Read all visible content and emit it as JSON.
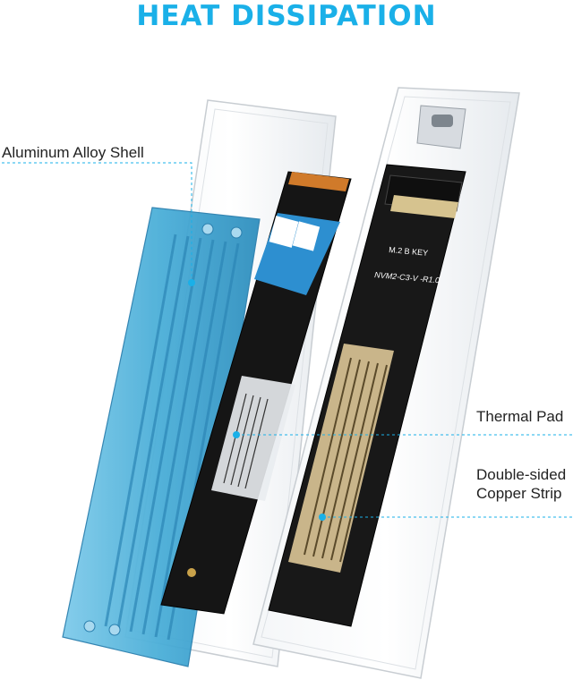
{
  "header": {
    "title": "HEAT DISSIPATION"
  },
  "callouts": {
    "shell": "Aluminum Alloy Shell",
    "thermal_pad": "Thermal Pad",
    "copper_line1": "Double-sided",
    "copper_line2": "Copper Strip"
  },
  "board": {
    "key_label": "M.2 B KEY",
    "model_label": "NVM2-C3-V -R1.0"
  },
  "colors": {
    "accent": "#1ab0e8",
    "heatsink": "#5bb8e0",
    "pcb": "#1a1a1a",
    "copper": "#c9b58a"
  },
  "icons": [
    "usb-c-connector",
    "qr-code",
    "m2-slot"
  ]
}
